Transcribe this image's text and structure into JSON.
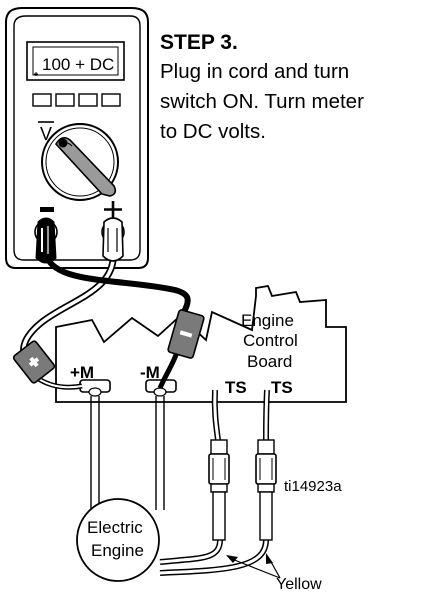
{
  "step": {
    "title": "STEP 3.",
    "lines": [
      "Plug in cord and turn",
      "switch ON. Turn meter",
      "to DC volts."
    ]
  },
  "meter": {
    "display": "100 + DC",
    "dial_label": "V",
    "negative_symbol": "−",
    "positive_symbol": "+"
  },
  "board": {
    "label_lines": [
      "Engine",
      "Control",
      "Board"
    ],
    "terminals": [
      "+M",
      "-M",
      "TS",
      "TS"
    ]
  },
  "engine": {
    "label_lines": [
      "Electric",
      "Engine"
    ]
  },
  "wire_label": "Yellow",
  "figure_id": "ti14923a"
}
